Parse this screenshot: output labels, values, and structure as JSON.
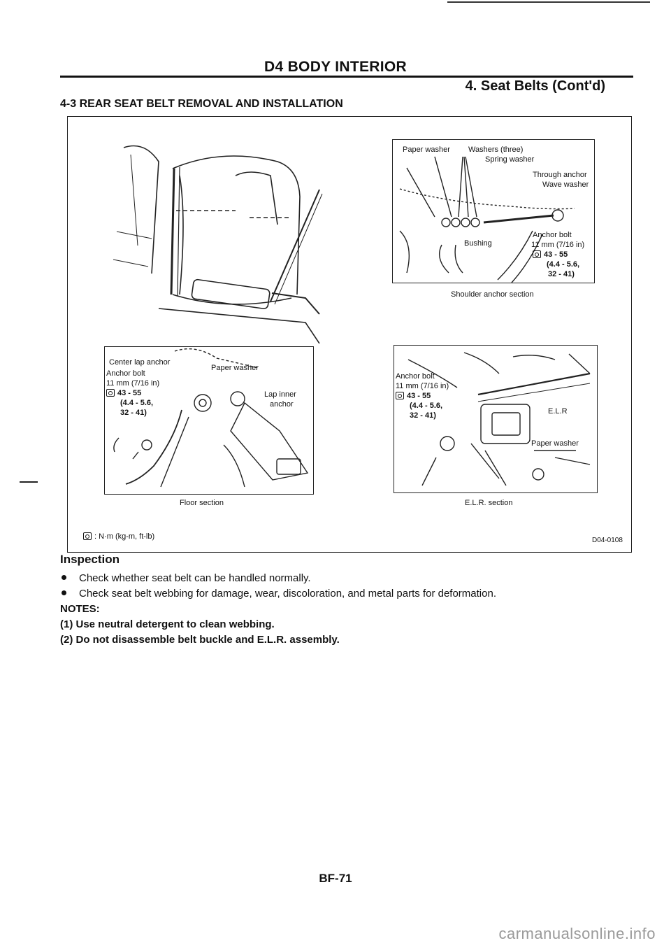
{
  "header": {
    "section_title": "D4 BODY INTERIOR",
    "subtitle": "4. Seat Belts (Cont'd)",
    "procedure_title": "4-3 REAR SEAT BELT REMOVAL AND INSTALLATION"
  },
  "figure": {
    "figure_code": "D04-0108",
    "legend": ": N·m (kg-m, ft-lb)",
    "shoulder": {
      "caption": "Shoulder anchor section",
      "paper_washer": "Paper washer",
      "washers_three": "Washers (three)",
      "spring_washer": "Spring washer",
      "through_anchor": "Through anchor",
      "wave_washer": "Wave washer",
      "bushing": "Bushing",
      "anchor_bolt": "Anchor bolt",
      "size": "11 mm (7/16 in)",
      "torque": "43 - 55",
      "torque_alt1": "(4.4 - 5.6,",
      "torque_alt2": "32 - 41)"
    },
    "floor": {
      "caption": "Floor section",
      "center_lap_anchor": "Center lap anchor",
      "anchor_bolt": "Anchor bolt",
      "size": "11 mm (7/16 in)",
      "torque": "43 - 55",
      "torque_alt1": "(4.4 - 5.6,",
      "torque_alt2": "32 - 41)",
      "paper_washer": "Paper washer",
      "lap_inner": "Lap inner",
      "anchor": "anchor"
    },
    "elr": {
      "caption": "E.L.R. section",
      "anchor_bolt": "Anchor bolt",
      "size": "11 mm (7/16 in)",
      "torque": "43 - 55",
      "torque_alt1": "(4.4 - 5.6,",
      "torque_alt2": "32 - 41)",
      "elr_label": "E.L.R",
      "paper_washer": "Paper washer"
    }
  },
  "inspection": {
    "title": "Inspection",
    "bullets": [
      "Check whether seat belt can be handled normally.",
      "Check seat belt webbing for damage, wear, discoloration, and metal parts for deformation."
    ],
    "notes_title": "NOTES:",
    "notes": [
      "(1) Use neutral detergent to clean webbing.",
      "(2) Do not disassemble belt buckle and E.L.R. assembly."
    ]
  },
  "footer": {
    "page_number": "BF-71",
    "watermark": "carmanualsonline.info"
  }
}
